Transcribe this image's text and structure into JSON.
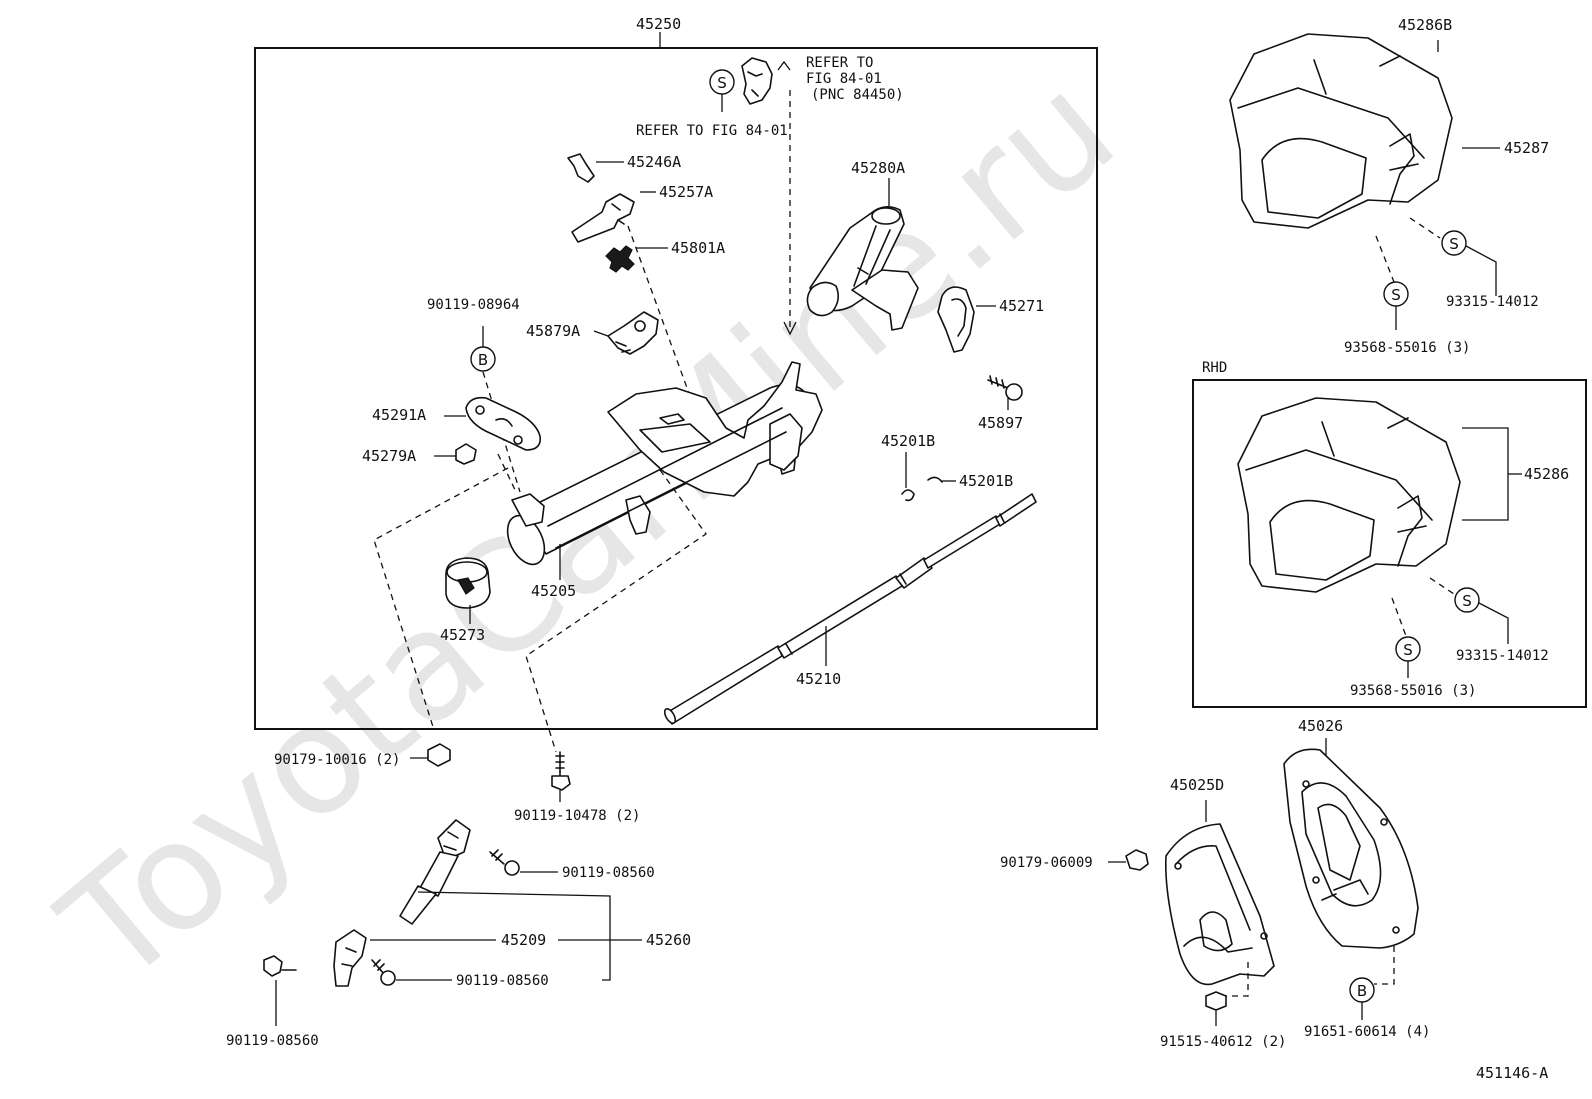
{
  "watermark": "ToyotaCarMine.ru",
  "diagram_id": "451146-A",
  "labels": {
    "p45250": "45250",
    "refer1_line1": "REFER TO",
    "refer1_line2": "FIG 84-01",
    "refer1_line3": "(PNC 84450)",
    "refer2": "REFER TO FIG 84-01",
    "p45246A": "45246A",
    "p45257A": "45257A",
    "p45801A": "45801A",
    "p45280A": "45280A",
    "p45271": "45271",
    "p90119_08964": "90119-08964",
    "p45879A": "45879A",
    "p45291A": "45291A",
    "p45279A": "45279A",
    "p45897": "45897",
    "p45201B_1": "45201B",
    "p45201B_2": "45201B",
    "p45205": "45205",
    "p45273": "45273",
    "p45210": "45210",
    "p90179_10016": "90179-10016 (2)",
    "p90119_10478": "90119-10478 (2)",
    "p90119_08560_a": "90119-08560",
    "p45209": "45209",
    "p45260": "45260",
    "p90119_08560_b": "90119-08560",
    "p90119_08560_c": "90119-08560",
    "p45286B": "45286B",
    "p45287": "45287",
    "p93315_14012_a": "93315-14012",
    "p93568_55016_a": "93568-55016 (3)",
    "rhd": "RHD",
    "p45286": "45286",
    "p93315_14012_b": "93315-14012",
    "p93568_55016_b": "93568-55016 (3)",
    "p45026": "45026",
    "p45025D": "45025D",
    "p90179_06009": "90179-06009",
    "p91515_40612": "91515-40612 (2)",
    "p91651_60614": "91651-60614 (4)"
  },
  "symbols": {
    "s": "S",
    "b": "B"
  }
}
